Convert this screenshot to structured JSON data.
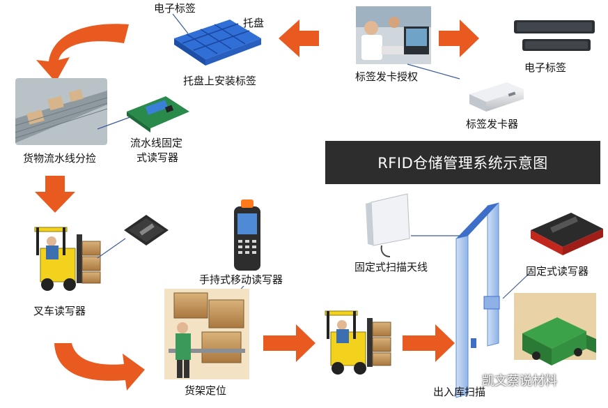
{
  "title": "RFID仓储管理系统示意图",
  "nodes": {
    "tag_top_right": "电子标签",
    "issuing_auth": "标签发卡授权",
    "card_issuer": "标签发卡器",
    "pallet": "托盘",
    "tag_on_pallet": "电子标签",
    "pallet_install": "托盘上安装标签",
    "conveyor_sorting": "货物流水线分捡",
    "conveyor_reader_line1": "流水线固定",
    "conveyor_reader_line2": "式读写器",
    "forklift_reader": "叉车读写器",
    "handheld_reader": "手持式移动读写器",
    "fixed_antenna": "固定式扫描天线",
    "fixed_reader": "固定式读写器",
    "shelf_location": "货架定位",
    "gate_scan": "出入库扫描"
  },
  "watermark": "凯文蔡说材料",
  "colors": {
    "arrow": "#e85a1f",
    "title_bg": "#2d2d2d",
    "gate": "#5b8fd6",
    "forklift": "#f2d21c"
  }
}
